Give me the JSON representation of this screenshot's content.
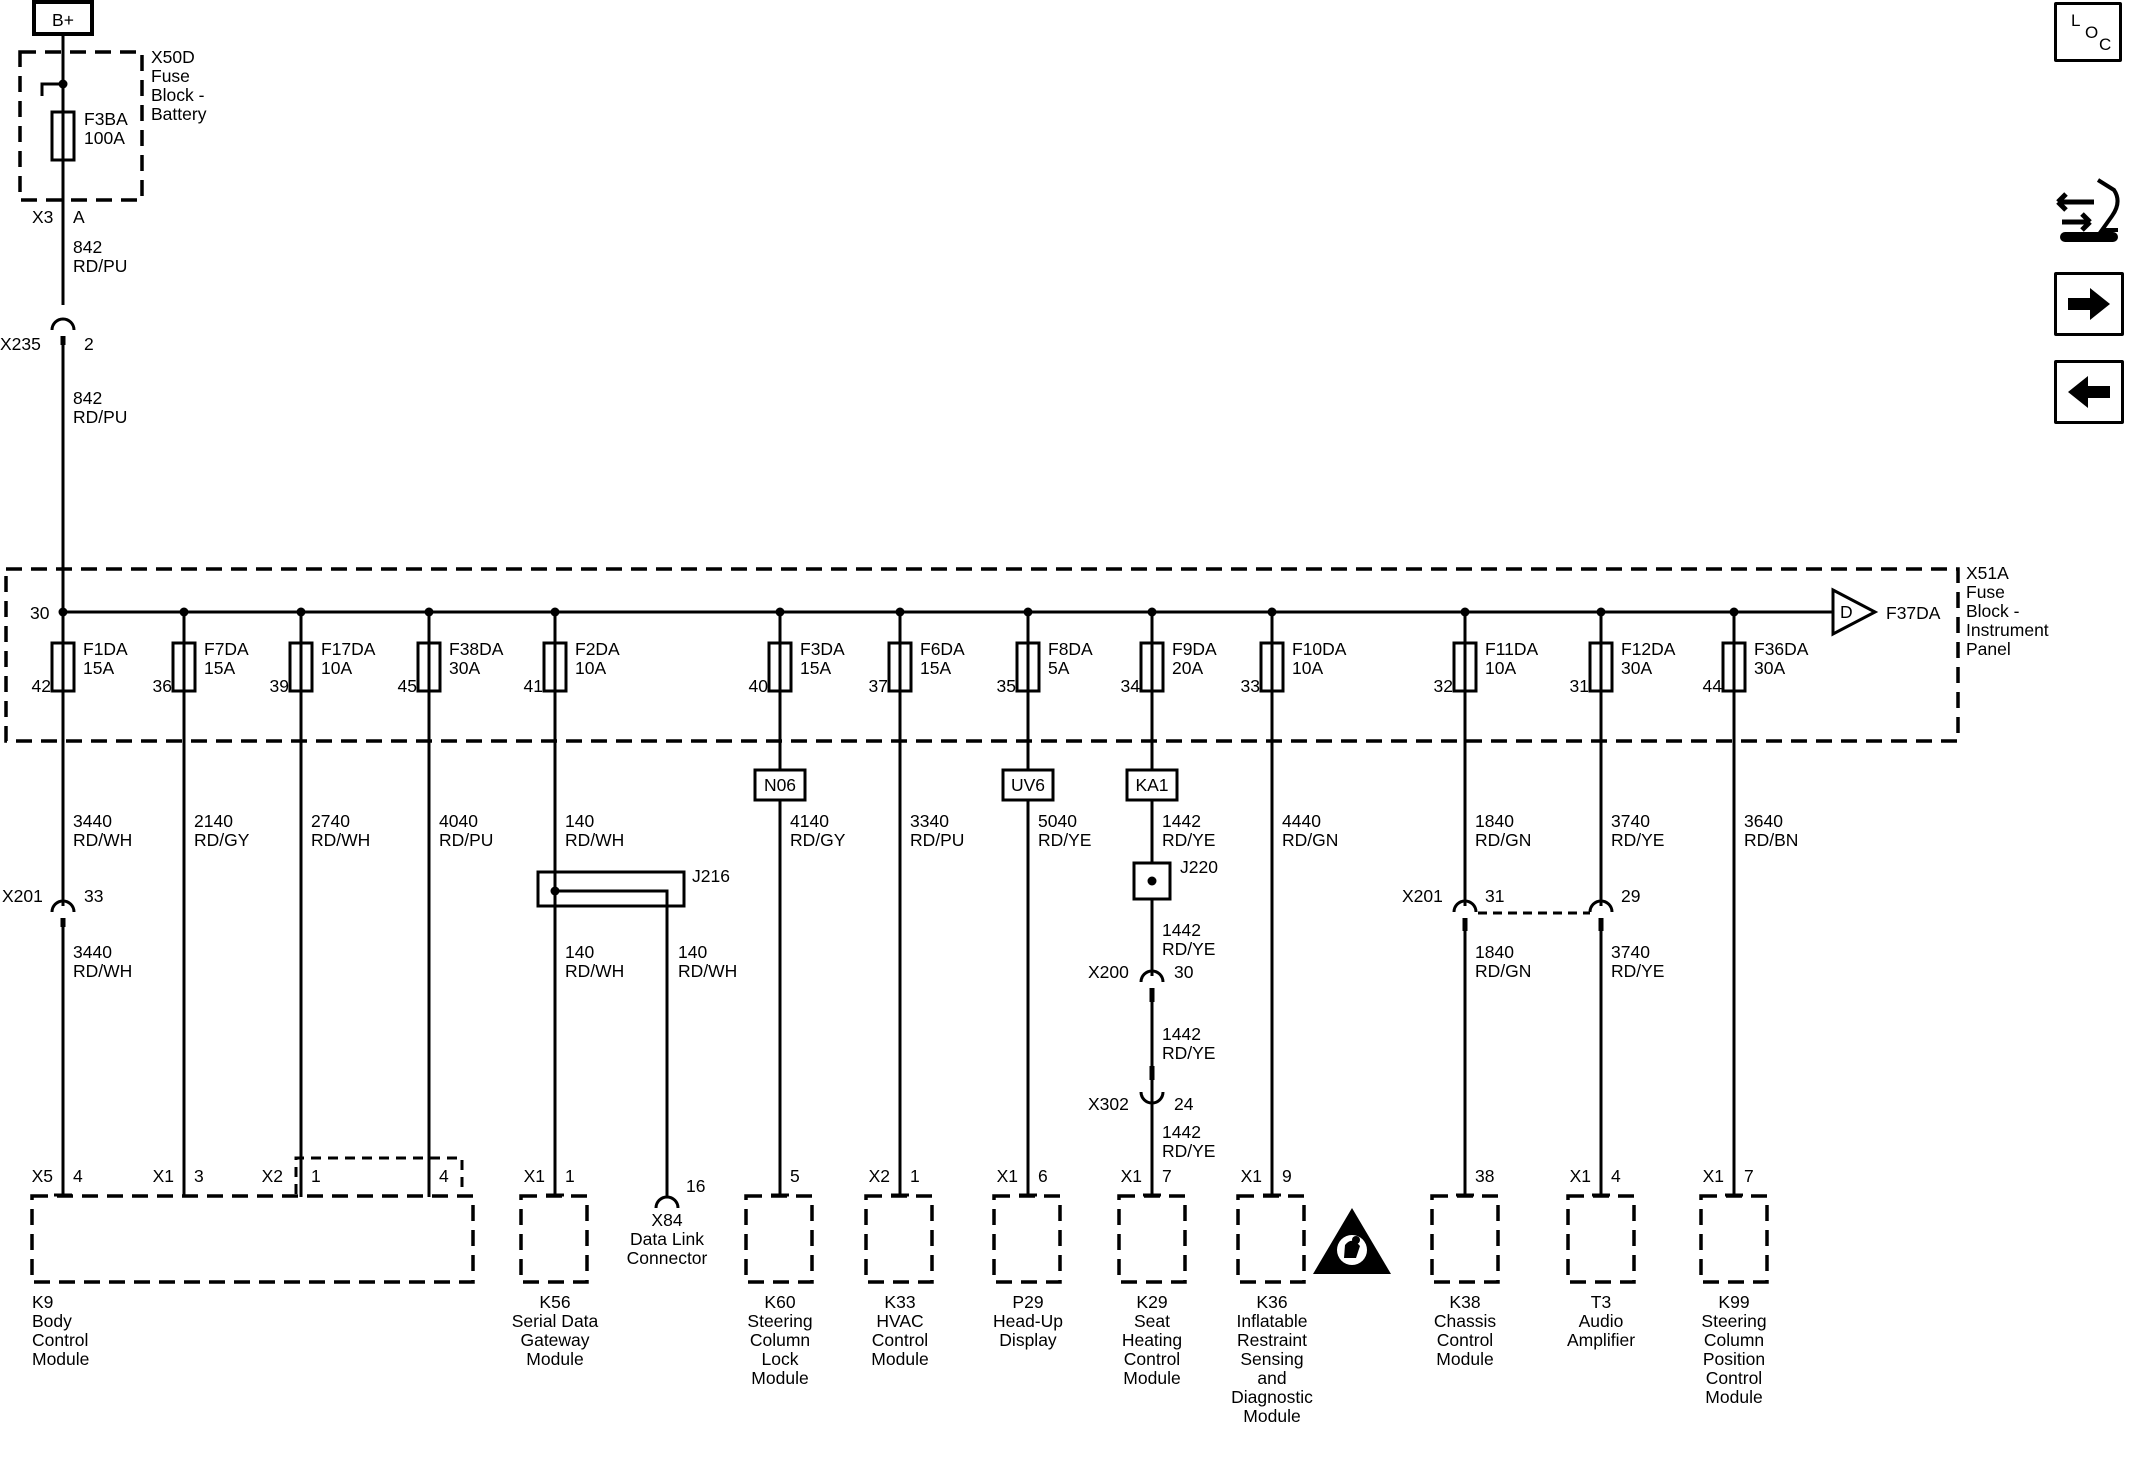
{
  "power": {
    "label": "B+"
  },
  "battery_fuse_block": {
    "title_lines": [
      "X50D",
      "Fuse",
      "Block -",
      "Battery"
    ],
    "fuse": {
      "name": "F3BA",
      "rating": "100A"
    },
    "connector": "X3",
    "pin": "A"
  },
  "feed": [
    {
      "circuit": "842",
      "color": "RD/PU"
    },
    {
      "circuit": "842",
      "color": "RD/PU"
    }
  ],
  "inline_x235": {
    "connector": "X235",
    "pin": "2"
  },
  "ip_fuse_block": {
    "title_lines": [
      "X51A",
      "Fuse",
      "Block -",
      "Instrument",
      "Panel"
    ],
    "bus_pin": "30",
    "output": {
      "marker": "D",
      "label": "F37DA"
    }
  },
  "branches": [
    {
      "fuse": "F1DA",
      "rating": "15A",
      "pin": "42",
      "circuit": "3440",
      "color": "RD/WH"
    },
    {
      "fuse": "F7DA",
      "rating": "15A",
      "pin": "36",
      "circuit": "2140",
      "color": "RD/GY"
    },
    {
      "fuse": "F17DA",
      "rating": "10A",
      "pin": "39",
      "circuit": "2740",
      "color": "RD/WH"
    },
    {
      "fuse": "F38DA",
      "rating": "30A",
      "pin": "45",
      "circuit": "4040",
      "color": "RD/PU"
    },
    {
      "fuse": "F2DA",
      "rating": "10A",
      "pin": "41",
      "circuit": "140",
      "color": "RD/WH"
    },
    {
      "fuse": "F3DA",
      "rating": "15A",
      "pin": "40",
      "circuit": "4140",
      "color": "RD/GY",
      "option": "N06"
    },
    {
      "fuse": "F6DA",
      "rating": "15A",
      "pin": "37",
      "circuit": "3340",
      "color": "RD/PU"
    },
    {
      "fuse": "F8DA",
      "rating": "5A",
      "pin": "35",
      "circuit": "5040",
      "color": "RD/YE",
      "option": "UV6"
    },
    {
      "fuse": "F9DA",
      "rating": "20A",
      "pin": "34",
      "circuit": "1442",
      "color": "RD/YE",
      "option": "KA1"
    },
    {
      "fuse": "F10DA",
      "rating": "10A",
      "pin": "33",
      "circuit": "4440",
      "color": "RD/GN"
    },
    {
      "fuse": "F11DA",
      "rating": "10A",
      "pin": "32",
      "circuit": "1840",
      "color": "RD/GN"
    },
    {
      "fuse": "F12DA",
      "rating": "30A",
      "pin": "31",
      "circuit": "3740",
      "color": "RD/YE"
    },
    {
      "fuse": "F36DA",
      "rating": "30A",
      "pin": "44",
      "circuit": "3640",
      "color": "RD/BN"
    }
  ],
  "x201_left": {
    "connector": "X201",
    "pin": "33",
    "circuit": "3440",
    "color": "RD/WH"
  },
  "x201_right": {
    "connector": "X201",
    "pin_a": "31",
    "pin_b": "29",
    "wire_a": {
      "circuit": "1840",
      "color": "RD/GN"
    },
    "wire_b": {
      "circuit": "3740",
      "color": "RD/YE"
    }
  },
  "splice_j216": {
    "label": "J216",
    "wire_a": {
      "circuit": "140",
      "color": "RD/WH"
    },
    "wire_b": {
      "circuit": "140",
      "color": "RD/WH"
    }
  },
  "splice_j220": {
    "label": "J220",
    "circuit": "1442",
    "color": "RD/YE"
  },
  "x200": {
    "connector": "X200",
    "pin": "30",
    "circuit": "1442",
    "color": "RD/YE"
  },
  "x302": {
    "connector": "X302",
    "pin": "24",
    "circuit": "1442",
    "color": "RD/YE"
  },
  "dlc": {
    "pin": "16",
    "name_lines": [
      "X84",
      "Data Link",
      "Connector"
    ]
  },
  "modules": [
    {
      "conn": "X5",
      "pin": "4",
      "name_lines": [
        "K9",
        "Body",
        "Control",
        "Module"
      ]
    },
    {
      "conn": "X1",
      "pin": "3",
      "conn2": "X2",
      "pins2": [
        "1",
        "4"
      ]
    },
    {
      "conn": "X1",
      "pin": "1",
      "name_lines": [
        "K56",
        "Serial Data",
        "Gateway",
        "Module"
      ]
    },
    {
      "conn": "",
      "pin": "5",
      "name_lines": [
        "K60",
        "Steering",
        "Column",
        "Lock",
        "Module"
      ]
    },
    {
      "conn": "X2",
      "pin": "1",
      "name_lines": [
        "K33",
        "HVAC",
        "Control",
        "Module"
      ]
    },
    {
      "conn": "X1",
      "pin": "6",
      "name_lines": [
        "P29",
        "Head-Up",
        "Display"
      ]
    },
    {
      "conn": "X1",
      "pin": "7",
      "name_lines": [
        "K29",
        "Seat",
        "Heating",
        "Control",
        "Module"
      ]
    },
    {
      "conn": "X1",
      "pin": "9",
      "name_lines": [
        "K36",
        "Inflatable",
        "Restraint",
        "Sensing",
        "and",
        "Diagnostic",
        "Module"
      ]
    },
    {
      "conn": "",
      "pin": "38",
      "name_lines": [
        "K38",
        "Chassis",
        "Control",
        "Module"
      ]
    },
    {
      "conn": "X1",
      "pin": "4",
      "name_lines": [
        "T3",
        "Audio",
        "Amplifier"
      ]
    },
    {
      "conn": "X1",
      "pin": "7",
      "name_lines": [
        "K99",
        "Steering",
        "Column",
        "Position",
        "Control",
        "Module"
      ]
    }
  ],
  "nav": {
    "loc_letters": [
      "L",
      "O",
      "C"
    ],
    "icons": [
      "component-locator-icon",
      "connector-end-view-icon",
      "next-arrow-icon",
      "previous-arrow-icon"
    ]
  }
}
